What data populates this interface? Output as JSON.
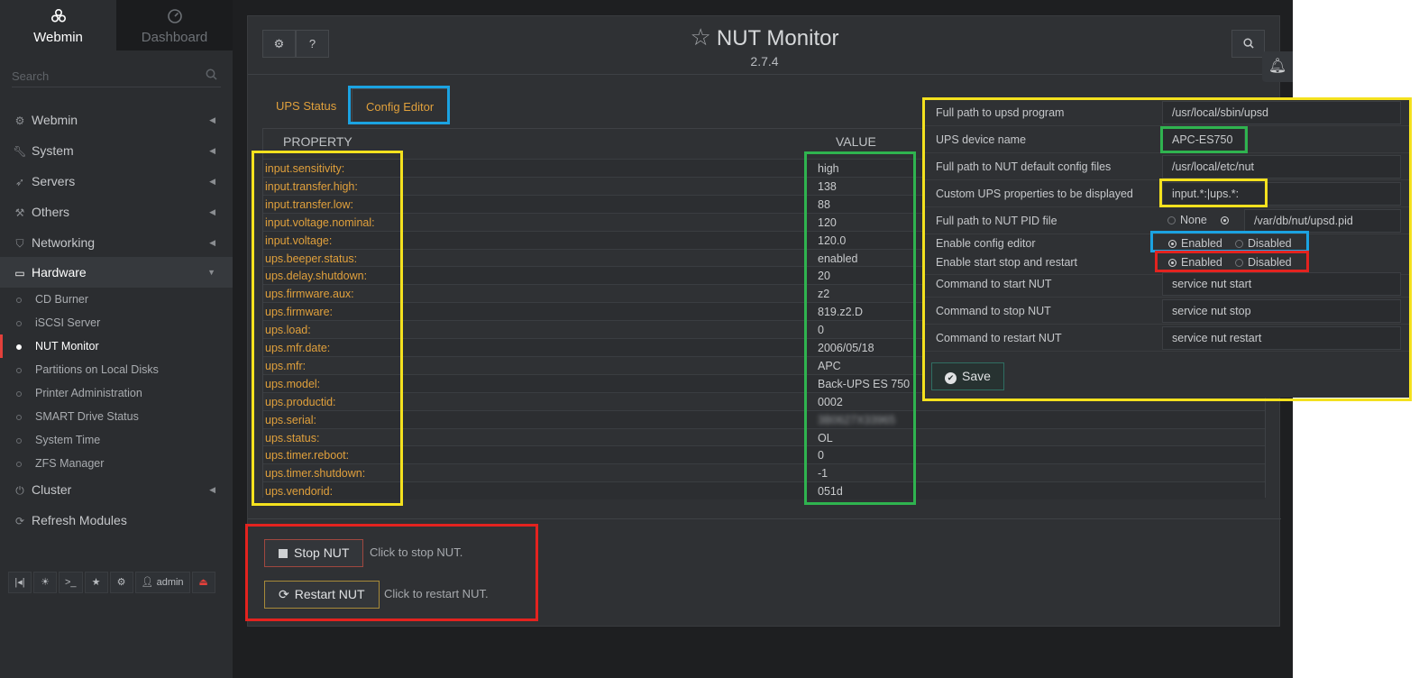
{
  "sidebar": {
    "tabs": {
      "webmin": "Webmin",
      "dashboard": "Dashboard"
    },
    "search_placeholder": "Search",
    "items": {
      "webmin": "Webmin",
      "system": "System",
      "servers": "Servers",
      "others": "Others",
      "networking": "Networking",
      "hardware": "Hardware",
      "cluster": "Cluster",
      "refresh": "Refresh Modules"
    },
    "hardware_sub": {
      "cd": "CD Burner",
      "iscsi": "iSCSI Server",
      "nut": "NUT Monitor",
      "partitions": "Partitions on Local Disks",
      "printer": "Printer Administration",
      "smart": "SMART Drive Status",
      "time": "System Time",
      "zfs": "ZFS Manager"
    },
    "user": "admin"
  },
  "header": {
    "title": "NUT Monitor",
    "version": "2.7.4"
  },
  "tabs": {
    "status": "UPS Status",
    "config": "Config Editor"
  },
  "table": {
    "col_property": "PROPERTY",
    "col_value": "VALUE",
    "rows": [
      {
        "k": "input.sensitivity:",
        "v": "high"
      },
      {
        "k": "input.transfer.high:",
        "v": "138"
      },
      {
        "k": "input.transfer.low:",
        "v": "88"
      },
      {
        "k": "input.voltage.nominal:",
        "v": "120"
      },
      {
        "k": "input.voltage:",
        "v": "120.0"
      },
      {
        "k": "ups.beeper.status:",
        "v": "enabled"
      },
      {
        "k": "ups.delay.shutdown:",
        "v": "20"
      },
      {
        "k": "ups.firmware.aux:",
        "v": "z2"
      },
      {
        "k": "ups.firmware:",
        "v": "819.z2.D"
      },
      {
        "k": "ups.load:",
        "v": "0"
      },
      {
        "k": "ups.mfr.date:",
        "v": "2006/05/18"
      },
      {
        "k": "ups.mfr:",
        "v": "APC"
      },
      {
        "k": "ups.model:",
        "v": "Back-UPS ES 750"
      },
      {
        "k": "ups.productid:",
        "v": "0002"
      },
      {
        "k": "ups.serial:",
        "v": "3B0627X33965"
      },
      {
        "k": "ups.status:",
        "v": "OL"
      },
      {
        "k": "ups.timer.reboot:",
        "v": "0"
      },
      {
        "k": "ups.timer.shutdown:",
        "v": "-1"
      },
      {
        "k": "ups.vendorid:",
        "v": "051d"
      }
    ]
  },
  "actions": {
    "stop_label": "Stop NUT",
    "stop_desc": "Click to stop NUT.",
    "restart_label": "Restart NUT",
    "restart_desc": "Click to restart NUT."
  },
  "config": {
    "upsd_label": "Full path to upsd program",
    "upsd_value": "/usr/local/sbin/upsd",
    "device_label": "UPS device name",
    "device_value": "APC-ES750",
    "confdir_label": "Full path to NUT default config files",
    "confdir_value": "/usr/local/etc/nut",
    "custom_label": "Custom UPS properties to be displayed",
    "custom_value": "input.*:|ups.*:",
    "pid_label": "Full path to NUT PID file",
    "pid_none": "None",
    "pid_value": "/var/db/nut/upsd.pid",
    "editor_label": "Enable config editor",
    "enabled": "Enabled",
    "disabled": "Disabled",
    "startstop_label": "Enable start stop and restart",
    "start_label": "Command to start NUT",
    "start_value": "service nut start",
    "stopcmd_label": "Command to stop NUT",
    "stopcmd_value": "service nut stop",
    "restartcmd_label": "Command to restart NUT",
    "restartcmd_value": "service nut restart",
    "save": "Save"
  },
  "colors": {
    "accent": "#e0a03c",
    "highlight_yellow": "#f4e11e",
    "highlight_green": "#2fb34f",
    "highlight_blue": "#1ba3e2",
    "highlight_red": "#e3231f"
  }
}
